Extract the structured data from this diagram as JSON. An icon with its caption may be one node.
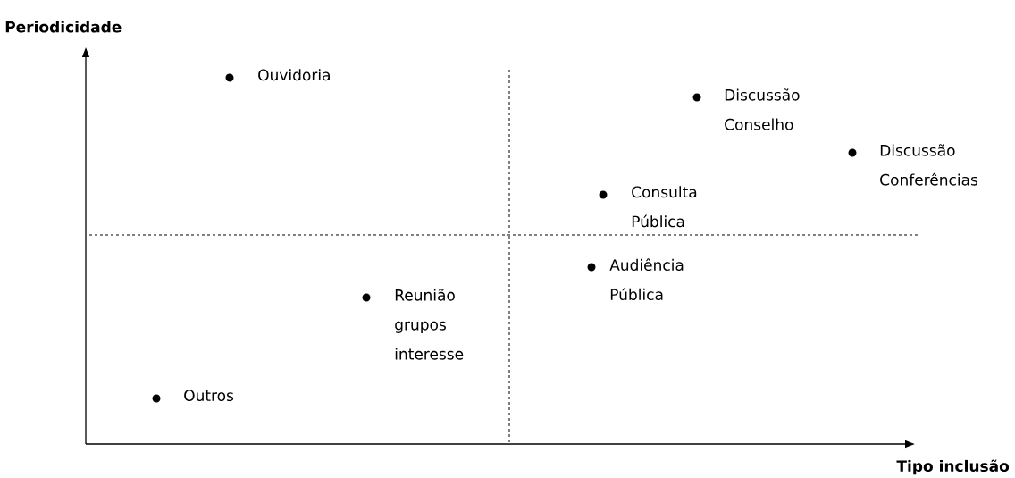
{
  "diagram": {
    "labels": [
      "Periodicidade",
      "Ouvidoria",
      "Discussão Conselho",
      "Discussão Conferências",
      "Consulta Pública",
      "Audiência Pública",
      "Reunião grupos interesse",
      "Outros",
      "Tipo inclusão"
    ]
  }
}
